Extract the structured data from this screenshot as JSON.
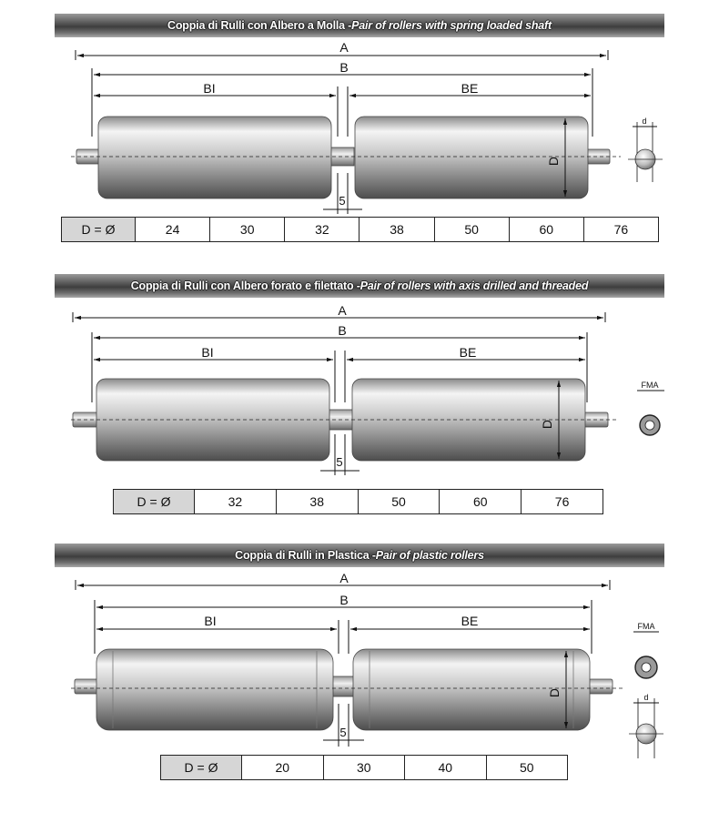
{
  "sections": [
    {
      "title_it": "Coppia di Rulli con Albero a Molla - ",
      "title_en": "Pair of rollers with spring loaded shaft",
      "dims": {
        "a": "A",
        "b": "B",
        "bi": "BI",
        "be": "BE",
        "d": "D",
        "gap": "5"
      },
      "end_detail_label": "d",
      "table_header": "D = Ø",
      "diameters": [
        "24",
        "30",
        "32",
        "38",
        "50",
        "60",
        "76"
      ]
    },
    {
      "title_it": "Coppia di Rulli con Albero forato e filettato - ",
      "title_en": "Pair of rollers with axis drilled and threaded",
      "dims": {
        "a": "A",
        "b": "B",
        "bi": "BI",
        "be": "BE",
        "d": "D",
        "gap": "5"
      },
      "end_detail_label": "FMA",
      "table_header": "D = Ø",
      "diameters": [
        "32",
        "38",
        "50",
        "60",
        "76"
      ]
    },
    {
      "title_it": "Coppia di Rulli in Plastica - ",
      "title_en": "Pair of plastic rollers",
      "dims": {
        "a": "A",
        "b": "B",
        "bi": "BI",
        "be": "BE",
        "d": "D",
        "gap": "5"
      },
      "end_detail_label": "FMA",
      "end_detail_label_2": "d",
      "table_header": "D = Ø",
      "diameters": [
        "20",
        "30",
        "40",
        "50"
      ]
    }
  ],
  "colors": {
    "roller_light": "#f2f2f2",
    "roller_dark": "#5a5a5a",
    "banner_dark": "#3e3e3e"
  }
}
